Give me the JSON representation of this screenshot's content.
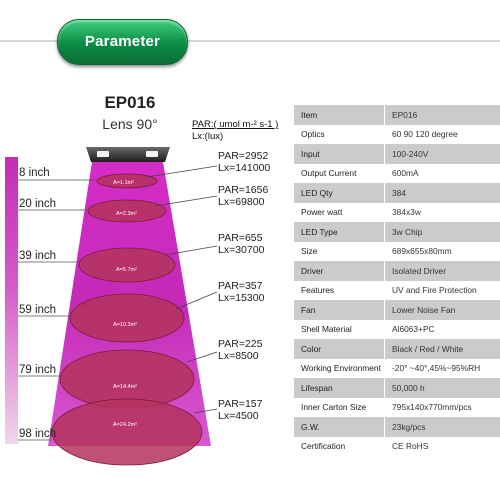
{
  "header": {
    "title": "Parameter"
  },
  "product": {
    "model": "EP016",
    "lens": "Lens 90°"
  },
  "legend": {
    "par_label": "PAR:( umol m-² s-1 )",
    "lx_label": "Lx:(lux)"
  },
  "light_colors": {
    "top": "#a01fa0",
    "mid": "#d12fc5",
    "beam": "#c025b5",
    "ellipse": "#b0305a"
  },
  "distances": [
    {
      "distance": "8 inch",
      "area": "A=1.1m²",
      "par": "PAR=2952",
      "lx": "Lx=141000"
    },
    {
      "distance": "20 inch",
      "area": "A=2.3m²",
      "par": "PAR=1656",
      "lx": "Lx=69800"
    },
    {
      "distance": "39 inch",
      "area": "A=5.7m²",
      "par": "PAR=655",
      "lx": "Lx=30700"
    },
    {
      "distance": "59 inch",
      "area": "A=10.3m²",
      "par": "PAR=357",
      "lx": "Lx=15300"
    },
    {
      "distance": "79 inch",
      "area": "A=14.4m²",
      "par": "PAR=225",
      "lx": "Lx=8500"
    },
    {
      "distance": "98 inch",
      "area": "A=24.2m²",
      "par": "PAR=157",
      "lx": "Lx=4500"
    }
  ],
  "specs": [
    {
      "key": "Item",
      "value": "EP016"
    },
    {
      "key": "Optics",
      "value": "60 90 120 degree"
    },
    {
      "key": "Input",
      "value": "100-240V"
    },
    {
      "key": "Output Current",
      "value": "600mA"
    },
    {
      "key": "LED Qty",
      "value": "384"
    },
    {
      "key": "Power watt",
      "value": "384x3w"
    },
    {
      "key": "LED Type",
      "value": "3w Chip"
    },
    {
      "key": "Size",
      "value": "689x655x80mm"
    },
    {
      "key": "Driver",
      "value": "Isolated Driver"
    },
    {
      "key": "Features",
      "value": "UV and Fire Protection"
    },
    {
      "key": "Fan",
      "value": "Lower Noise Fan"
    },
    {
      "key": "Shell Material",
      "value": "Al6063+PC"
    },
    {
      "key": "Color",
      "value": "Black / Red / White"
    },
    {
      "key": "Working Environment",
      "value": "-20° ~40°,45%~95%RH"
    },
    {
      "key": "Lifespan",
      "value": "50,000 h"
    },
    {
      "key": "Inner Carton Size",
      "value": "795x140x770mm/pcs"
    },
    {
      "key": "G.W.",
      "value": "23kg/pcs"
    },
    {
      "key": "Certification",
      "value": "CE RoHS"
    }
  ]
}
